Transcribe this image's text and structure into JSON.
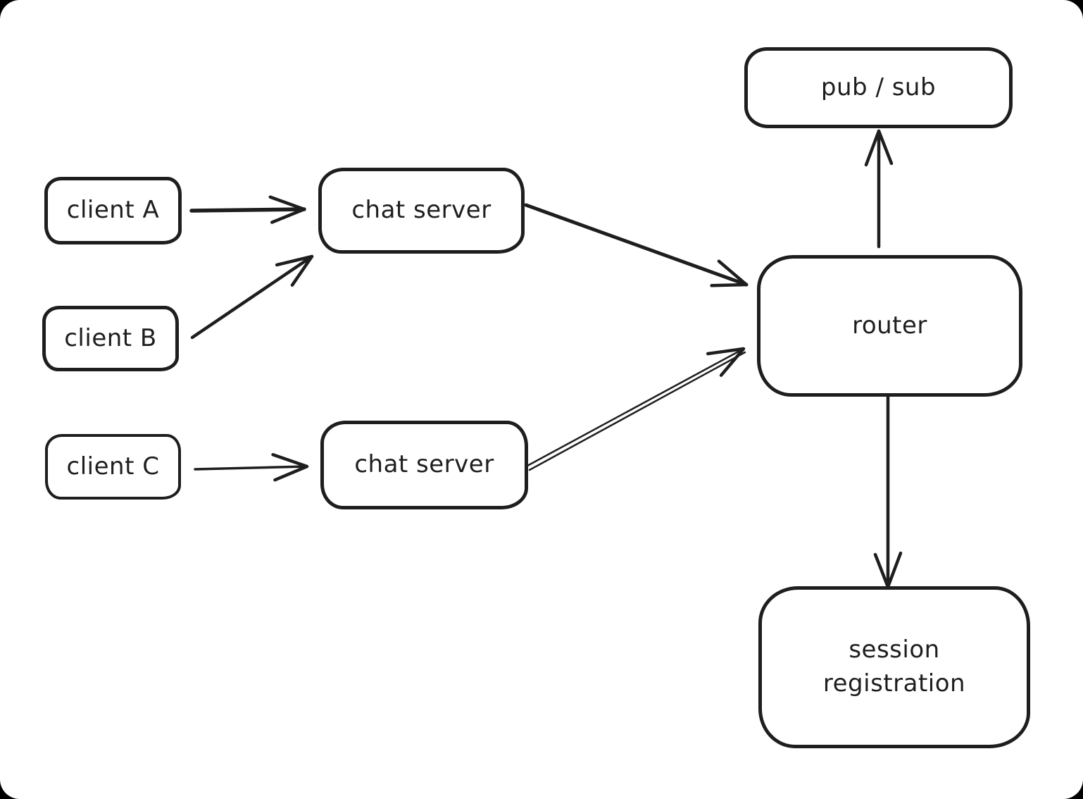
{
  "colors": {
    "canvas_background": "#ffffff",
    "frame_background": "#000000",
    "stroke": "#1e1e1e"
  },
  "nodes": {
    "client_a": {
      "label": "client A"
    },
    "client_b": {
      "label": "client B"
    },
    "client_c": {
      "label": "client C"
    },
    "chat_server_1": {
      "label": "chat server"
    },
    "chat_server_2": {
      "label": "chat server"
    },
    "pub_sub": {
      "label": "pub / sub"
    },
    "router": {
      "label": "router"
    },
    "session_registration": {
      "label": "session registration"
    }
  },
  "edges": [
    {
      "from": "client A",
      "to": "chat server (top)",
      "arrowhead": "open",
      "style": "single-line"
    },
    {
      "from": "client B",
      "to": "chat server (top)",
      "arrowhead": "open",
      "style": "single-line"
    },
    {
      "from": "client C",
      "to": "chat server (bottom)",
      "arrowhead": "open",
      "style": "single-line"
    },
    {
      "from": "chat server (top)",
      "to": "router",
      "arrowhead": "open",
      "style": "single-line"
    },
    {
      "from": "chat server (bottom)",
      "to": "router",
      "arrowhead": "open",
      "style": "double-line"
    },
    {
      "from": "router",
      "to": "pub / sub",
      "arrowhead": "open",
      "style": "single-line"
    },
    {
      "from": "router",
      "to": "session registration",
      "arrowhead": "open",
      "style": "single-line"
    }
  ]
}
